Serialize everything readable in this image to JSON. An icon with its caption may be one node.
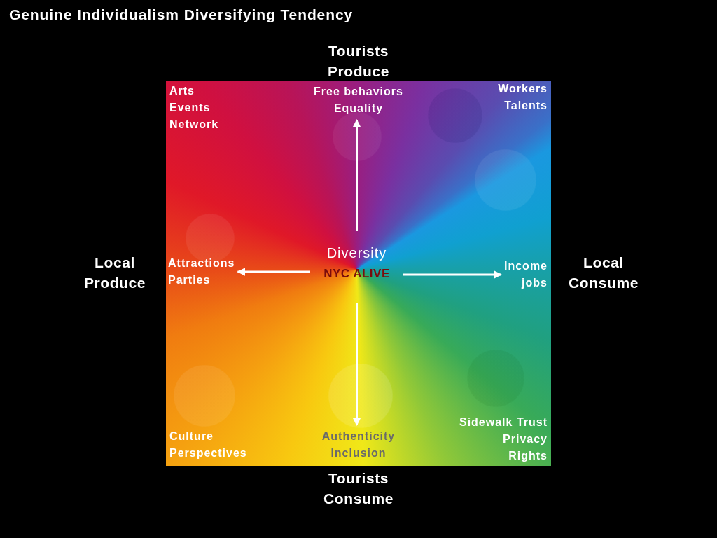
{
  "diagram": {
    "title": "Genuine Individualism Diversifying Tendency",
    "nodes": [
      {
        "text": [
          "Arts Events Network",
          "Workers Talents",
          "Culture Perspectives",
          "Sidewalk Trust Privacy Rights"
        ]
      },
      {
        "text": [
          "Free behaviors Equality"
        ],
        "in": 0
      },
      {
        "text": [
          "Attractions Parties"
        ],
        "in": 0
      },
      {
        "text": [
          "Diversity",
          "NYC ALIVE"
        ],
        "in": 0
      },
      {
        "text": [
          "Income jobs"
        ],
        "in": 0
      },
      {
        "text": [
          "Authenticity Inclusion"
        ],
        "in": 0
      }
    ],
    "edges": [
      {
        "from": 3,
        "to": 1,
        "arrow": "to"
      },
      {
        "from": 3,
        "to": 2,
        "arrow": "to"
      },
      {
        "from": 3,
        "to": 4,
        "arrow": "to"
      },
      {
        "from": 3,
        "to": 5,
        "arrow": "to"
      }
    ],
    "labels": [
      "Tourists Produce",
      "Local Produce",
      "Local Consume",
      "Tourists Consume"
    ]
  }
}
